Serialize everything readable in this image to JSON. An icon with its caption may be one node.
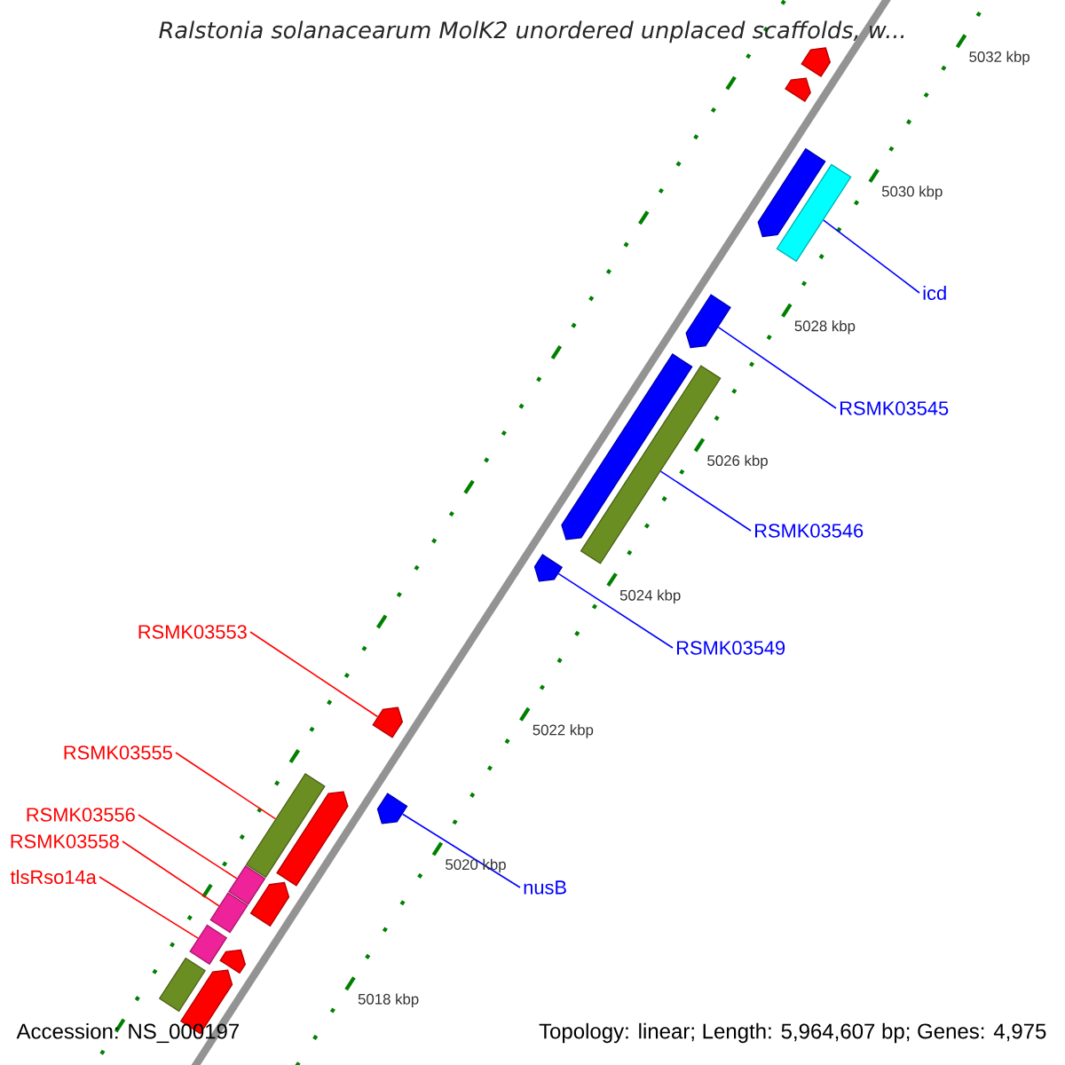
{
  "diagram": {
    "title": "*Ralstonia solanacearum* MolK2 unordered unplaced scaffolds, w...",
    "nodes": [
      {
        "text": [],
        "shape": "bar"
      },
      {
        "text": [],
        "shape": "bar"
      },
      {
        "text": [],
        "shape": "bar"
      },
      {
        "text": [],
        "shape": "bar"
      },
      {
        "text": [],
        "shape": "bar"
      },
      {
        "text": [],
        "shape": "bar"
      },
      {
        "text": [],
        "shape": "bar"
      },
      {
        "text": [],
        "shape": "bar"
      },
      {
        "text": [],
        "shape": "bar"
      },
      {
        "text": [],
        "shape": "bar"
      },
      {
        "text": [],
        "shape": "bar"
      },
      {
        "text": [],
        "shape": "bar"
      },
      {
        "text": [],
        "shape": "bar"
      },
      {
        "text": [],
        "shape": "bar"
      },
      {
        "text": [],
        "shape": "bar"
      },
      {
        "text": [],
        "shape": "bar"
      },
      {
        "text": [],
        "shape": "bar"
      },
      {
        "text": [],
        "shape": "bar"
      },
      {
        "text": [],
        "shape": "bar"
      },
      {
        "text": [
          "icd"
        ]
      },
      {
        "text": [
          "RSMK03545"
        ]
      },
      {
        "text": [
          "RSMK03546"
        ]
      },
      {
        "text": [
          "RSMK03549"
        ]
      },
      {
        "text": [
          "RSMK03553"
        ]
      },
      {
        "text": [
          "nusB"
        ]
      },
      {
        "text": [
          "RSMK03555"
        ]
      },
      {
        "text": [
          "RSMK03556"
        ]
      },
      {
        "text": [
          "RSMK03558"
        ]
      },
      {
        "text": [
          "tlsRso14a"
        ]
      }
    ],
    "edges": [
      {
        "from": 19,
        "to": 3,
        "arrow": "none"
      },
      {
        "from": 20,
        "to": 4,
        "arrow": "none"
      },
      {
        "from": 21,
        "to": 6,
        "arrow": "none"
      },
      {
        "from": 22,
        "to": 7,
        "arrow": "none"
      },
      {
        "from": 23,
        "to": 8,
        "arrow": "none",
        "color": "#ff0000"
      },
      {
        "from": 24,
        "to": 9,
        "arrow": "none"
      },
      {
        "from": 25,
        "to": 11,
        "arrow": "none",
        "color": "#ff0000"
      },
      {
        "from": 26,
        "to": 12,
        "arrow": "none",
        "color": "#ff0000"
      },
      {
        "from": 27,
        "to": 14,
        "arrow": "none",
        "color": "#ff0000"
      },
      {
        "from": 28,
        "to": 15,
        "arrow": "none",
        "color": "#ff0000"
      }
    ],
    "labels": [
      "5032 kbp",
      "5030 kbp",
      "5028 kbp",
      "5026 kbp",
      "5024 kbp",
      "5022 kbp",
      "5020 kbp",
      "5018 kbp",
      "Accession: NS_000197",
      "Topology: linear; Length: 5,964,607 bp; Genes: 4,975"
    ]
  }
}
